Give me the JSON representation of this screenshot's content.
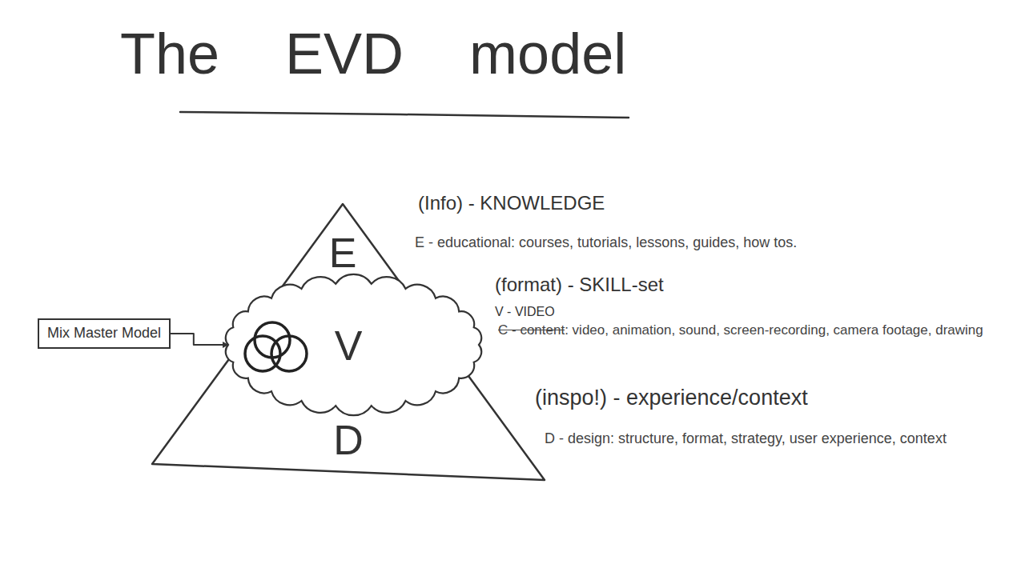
{
  "diagram": {
    "title": "The EVD model",
    "nodes": [
      {
        "text": [
          "E",
          "D"
        ]
      },
      {
        "text": [
          "V"
        ],
        "in": 0
      },
      {
        "text": [
          "Mix Master Model"
        ]
      }
    ],
    "edges": [
      {
        "from": 2,
        "to": 1,
        "arrow": "to"
      }
    ],
    "labels": [
      "(Info) - KNOWLEDGE",
      "E - educational: courses, tutorials, lessons, guides, how tos.",
      "(format) - SKILL-set",
      "V - VIDEO",
      "C - content",
      ": video, animation, sound, screen-recording, camera footage, drawing",
      "(inspo!) - experience/context",
      "D - design: structure, format, strategy, user experience, context"
    ]
  }
}
